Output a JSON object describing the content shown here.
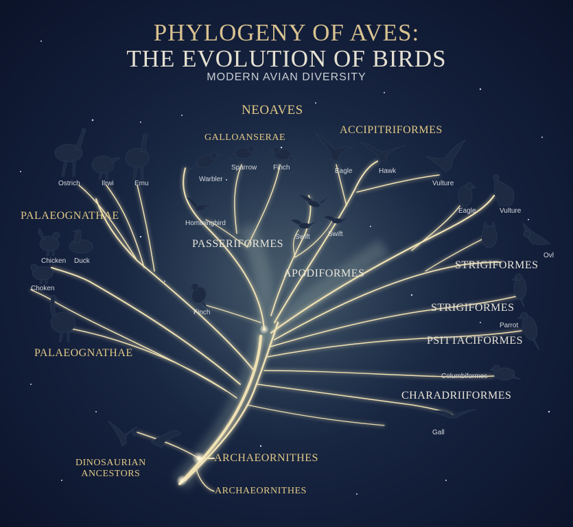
{
  "title": {
    "line1": "PHYLOGENY OF AVES:",
    "line2": "THE EVOLUTION OF BIRDS",
    "subtitle": "MODERN AVIAN DIVERSITY"
  },
  "clades": {
    "neoaves": "NEOAVES",
    "galloanserae": "GALLOANSERAE",
    "accipitriformes": "ACCIPITRIFORMES",
    "palaeognathae_top": "PALAEOGNATHAE",
    "passeriformes": "PASSERIFORMES",
    "apodiformes": "APODIFORMES",
    "strigiformes_upper": "STRIGIFORMES",
    "strigiformes_lower": "STRIGIFORMES",
    "psittaciformes": "PSITTACIFORMES",
    "palaeognathae_bottom": "PALAEOGNATHAE",
    "charadriiformes": "CHARADRIIFORMES",
    "archaeornithes_upper": "ARCHAEORNITHES",
    "archaeornithes_lower": "ARCHAEORNITHES",
    "dinosaurian_line1": "DINOSAURIAN",
    "dinosaurian_line2": "ANCESTORS"
  },
  "species": {
    "ostrich": "Ostrich",
    "kiwi": "Ilrwi",
    "emu": "Emu",
    "warbler": "Warbler",
    "sparrow": "Sparrow",
    "finch_top": "Finch",
    "eagle_top": "Eagle",
    "hawk": "Hawk",
    "vulture_top": "Vulture",
    "hummingbird": "Hominingbird",
    "swift_1": "Swift",
    "swift_2": "Swift",
    "eagle_right": "Eagle",
    "vulture_right": "Vulture",
    "chicken_1": "Chicken",
    "duck": "Duck",
    "chicken_2": "Choken",
    "owl": "Ovl",
    "finch_mid": "Finch",
    "parrot": "Parrot",
    "columbiformes": "Columbiformes",
    "gull": "Gall"
  },
  "colors": {
    "background": "#121d38",
    "branch_glow": "#f0e2b4",
    "branch_soft": "#9fb7ad",
    "clade_label": "#e2c987",
    "silhouette": "#1d2a42"
  },
  "icons": {
    "ostrich": "ostrich-silhouette-icon",
    "kiwi": "kiwi-silhouette-icon",
    "emu": "emu-silhouette-icon",
    "warbler": "warbler-silhouette-icon",
    "sparrow": "sparrow-silhouette-icon",
    "finch": "finch-silhouette-icon",
    "eagle": "eagle-silhouette-icon",
    "hawk": "hawk-silhouette-icon",
    "vulture": "vulture-silhouette-icon",
    "hummingbird": "hummingbird-silhouette-icon",
    "swift": "swift-silhouette-icon",
    "chicken": "chicken-silhouette-icon",
    "duck": "duck-silhouette-icon",
    "owl": "owl-silhouette-icon",
    "parrot": "parrot-silhouette-icon",
    "pigeon": "pigeon-silhouette-icon",
    "gull": "gull-silhouette-icon",
    "archaeopteryx": "archaeopteryx-silhouette-icon"
  }
}
